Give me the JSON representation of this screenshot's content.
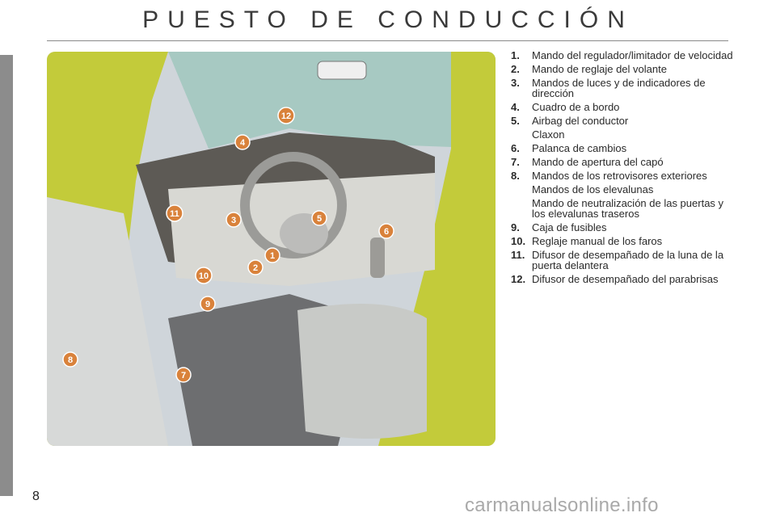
{
  "page": {
    "title": "PUESTO DE CONDUCCIÓN",
    "page_number": "8",
    "watermark": "carmanualsonline.info"
  },
  "callouts": [
    "1",
    "2",
    "3",
    "4",
    "5",
    "6",
    "7",
    "8",
    "9",
    "10",
    "11",
    "12"
  ],
  "legend": [
    {
      "num": "1.",
      "text": "Mando del regulador/limitador de velocidad"
    },
    {
      "num": "2.",
      "text": "Mando de reglaje del volante"
    },
    {
      "num": "3.",
      "text": "Mandos de luces y de indicadores de dirección"
    },
    {
      "num": "4.",
      "text": "Cuadro de a bordo"
    },
    {
      "num": "5.",
      "text": "Airbag del conductor"
    },
    {
      "num": "",
      "text": "Claxon"
    },
    {
      "num": "6.",
      "text": "Palanca de cambios"
    },
    {
      "num": "7.",
      "text": "Mando de apertura del capó"
    },
    {
      "num": "8.",
      "text": "Mandos de los retrovisores exteriores"
    },
    {
      "num": "",
      "text": "Mandos de los elevalunas"
    },
    {
      "num": "",
      "text": "Mando de neutralización de las puertas y los elevalunas traseros"
    },
    {
      "num": "9.",
      "text": "Caja de fusibles"
    },
    {
      "num": "10.",
      "text": "Reglaje manual de los faros"
    },
    {
      "num": "11.",
      "text": "Difusor de desempañado de la luna de la puerta delantera"
    },
    {
      "num": "12.",
      "text": "Difusor de desempañado del parabrisas"
    }
  ]
}
